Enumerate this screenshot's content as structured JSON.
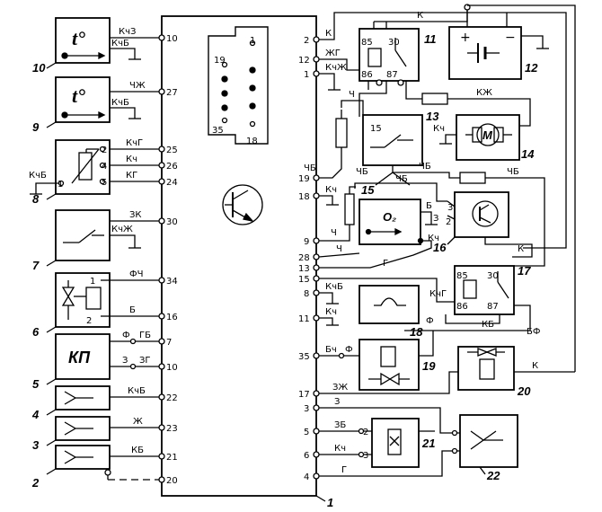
{
  "diagram": {
    "ecu": {
      "number": "1",
      "left_pins": [
        "10",
        "27",
        "25",
        "26",
        "24",
        "30",
        "34",
        "16",
        "7",
        "10",
        "22",
        "23",
        "21",
        "20"
      ],
      "right_pins": [
        "2",
        "12",
        "1",
        "19",
        "18",
        "9",
        "28",
        "13",
        "15",
        "8",
        "11",
        "35",
        "17",
        "3",
        "5",
        "6",
        "4"
      ],
      "connector_pins": [
        "1",
        "19",
        "35",
        "18"
      ]
    },
    "components": [
      {
        "num": "10",
        "symbol": "t°"
      },
      {
        "num": "9",
        "symbol": "t°"
      },
      {
        "num": "8"
      },
      {
        "num": "7"
      },
      {
        "num": "6"
      },
      {
        "num": "5",
        "symbol": "КП"
      },
      {
        "num": "4"
      },
      {
        "num": "3"
      },
      {
        "num": "2"
      },
      {
        "num": "11"
      },
      {
        "num": "12"
      },
      {
        "num": "13"
      },
      {
        "num": "14",
        "symbol": "M"
      },
      {
        "num": "15",
        "symbol": "O₂"
      },
      {
        "num": "16"
      },
      {
        "num": "17"
      },
      {
        "num": "18"
      },
      {
        "num": "19"
      },
      {
        "num": "20"
      },
      {
        "num": "21"
      },
      {
        "num": "22"
      }
    ],
    "wire_labels": {
      "kchz": "КчЗ",
      "kchb": "КчБ",
      "chzh": "ЧЖ",
      "kchg": "КчГ",
      "kch": "Кч",
      "kg": "КГ",
      "zk": "ЗК",
      "kchzh": "КчЖ",
      "fch": "ФЧ",
      "b": "Б",
      "f": "Ф",
      "gb": "ГБ",
      "z": "З",
      "zg": "ЗГ",
      "zh": "Ж",
      "kb": "КБ",
      "k": "К",
      "zhg": "ЖГ",
      "ch": "Ч",
      "kzh": "КЖ",
      "chb": "ЧБ",
      "g": "Г",
      "bch": "Бч",
      "zzh": "ЗЖ",
      "zb": "ЗБ",
      "bf": "БФ"
    },
    "relay_pins": {
      "p85": "85",
      "p30": "30",
      "p86": "86",
      "p87": "87",
      "p15": "15"
    },
    "component_pins": {
      "one": "1",
      "two": "2",
      "three": "3",
      "four": "4",
      "five": "5",
      "b": "Б"
    },
    "battery_signs": {
      "plus": "+",
      "minus": "−"
    }
  }
}
